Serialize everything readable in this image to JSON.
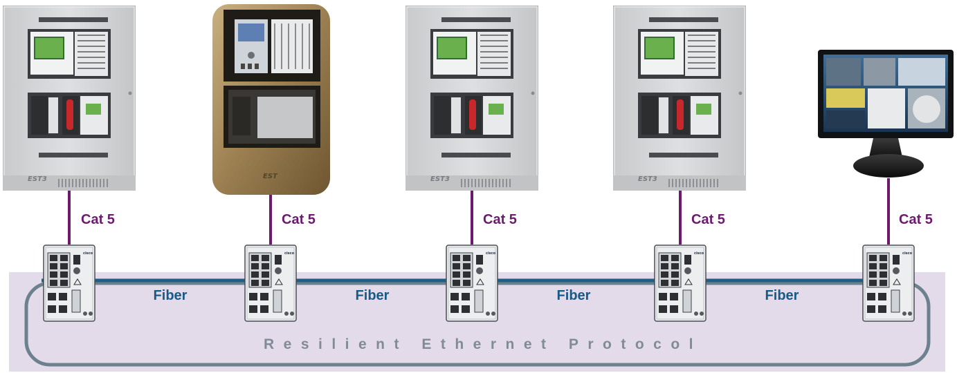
{
  "colors": {
    "cable": "#6b1a6e",
    "fiber": "#1f5f86",
    "fiber_label": "#165a85",
    "ring_band": "#e3dbe9",
    "ring_outline": "#6d808d",
    "ring_text": "#7f8b96",
    "panel": "#d7d8da",
    "brass_panel": "#a4895b",
    "switch_body": "#eceef0"
  },
  "devices": [
    {
      "kind": "fire-panel",
      "brand": "EST3"
    },
    {
      "kind": "brass-fire-panel",
      "brand": "EST"
    },
    {
      "kind": "fire-panel",
      "brand": "EST3"
    },
    {
      "kind": "fire-panel",
      "brand": "EST3"
    },
    {
      "kind": "monitor-workstation"
    }
  ],
  "switch_brand": "cisco",
  "links": {
    "cable_labels": [
      "Cat 5",
      "Cat 5",
      "Cat 5",
      "Cat 5",
      "Cat 5"
    ],
    "fiber_labels": [
      "Fiber",
      "Fiber",
      "Fiber",
      "Fiber"
    ]
  },
  "ring": {
    "label": "Resilient Ethernet Protocol"
  },
  "icons": [
    "fire-alarm-panel-icon",
    "monitor-icon",
    "ethernet-switch-icon"
  ]
}
